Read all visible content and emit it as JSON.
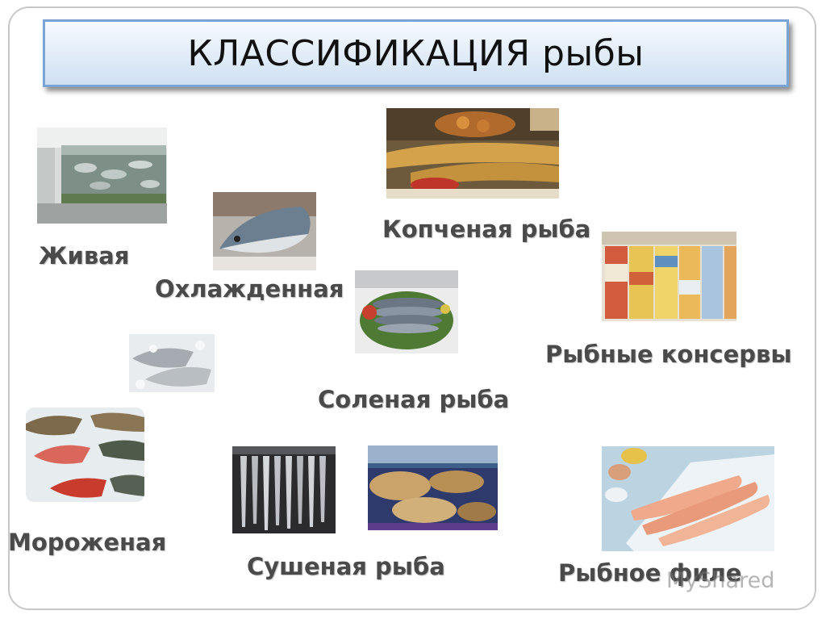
{
  "slide": {
    "title": "КЛАССИФИКАЦИЯ рыбы",
    "categories": [
      {
        "id": "live",
        "label": "Живая"
      },
      {
        "id": "chilled",
        "label": "Охлажденная"
      },
      {
        "id": "smoked",
        "label": "Копченая рыба"
      },
      {
        "id": "canned",
        "label": "Рыбные консервы"
      },
      {
        "id": "salted",
        "label": "Соленая рыба"
      },
      {
        "id": "frozen",
        "label": "Мороженая"
      },
      {
        "id": "dried",
        "label": "Сушеная рыба"
      },
      {
        "id": "fillet",
        "label": "Рыбное филе"
      }
    ],
    "watermark": "MyShared"
  },
  "colors": {
    "title_border": "#7aa3d6",
    "title_gradient_top": "#f6fafe",
    "title_gradient_bottom": "#cfe0f3",
    "label_text": "#4a4a4a",
    "frame_border": "#c8c8c8"
  }
}
